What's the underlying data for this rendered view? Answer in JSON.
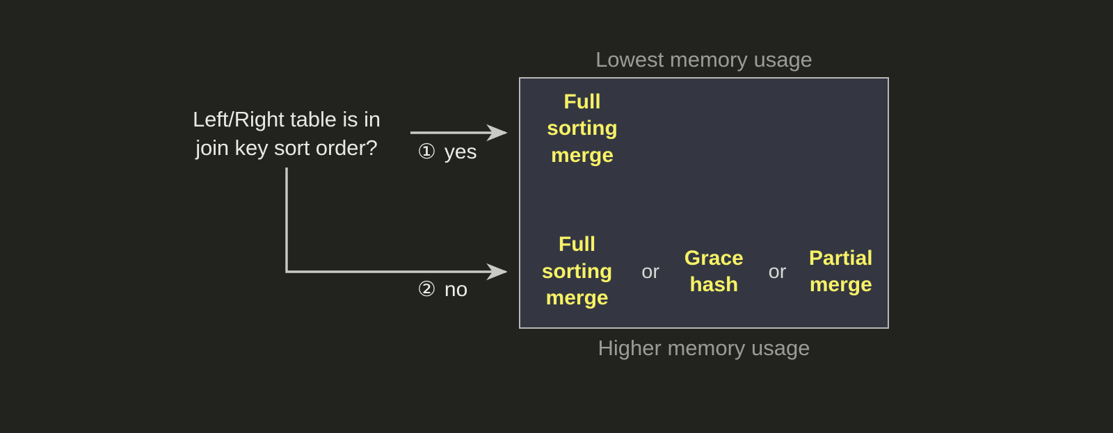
{
  "diagram": {
    "background_color": "#22231e",
    "decision": {
      "text": "Left/Right table is in\njoin key sort order?"
    },
    "branches": [
      {
        "marker": "①",
        "label": "yes",
        "name": "yes"
      },
      {
        "marker": "②",
        "label": "no",
        "name": "no"
      }
    ],
    "outcome_box": {
      "fill_color": "#343741",
      "border_color": "#b8b8b6",
      "caption_top": "Lowest memory usage",
      "caption_bottom": "Higher memory usage",
      "caption_color": "#9b9b98",
      "option_color": "#f7f266",
      "rows": [
        {
          "name": "yes-outcome",
          "options": [
            "Full\nsorting\nmerge"
          ],
          "separators": []
        },
        {
          "name": "no-outcome",
          "options": [
            "Full\nsorting\nmerge",
            "Grace\nhash",
            "Partial\nmerge"
          ],
          "separators": [
            "or",
            "or"
          ]
        }
      ]
    },
    "connector_color": "#c9c9c6"
  }
}
